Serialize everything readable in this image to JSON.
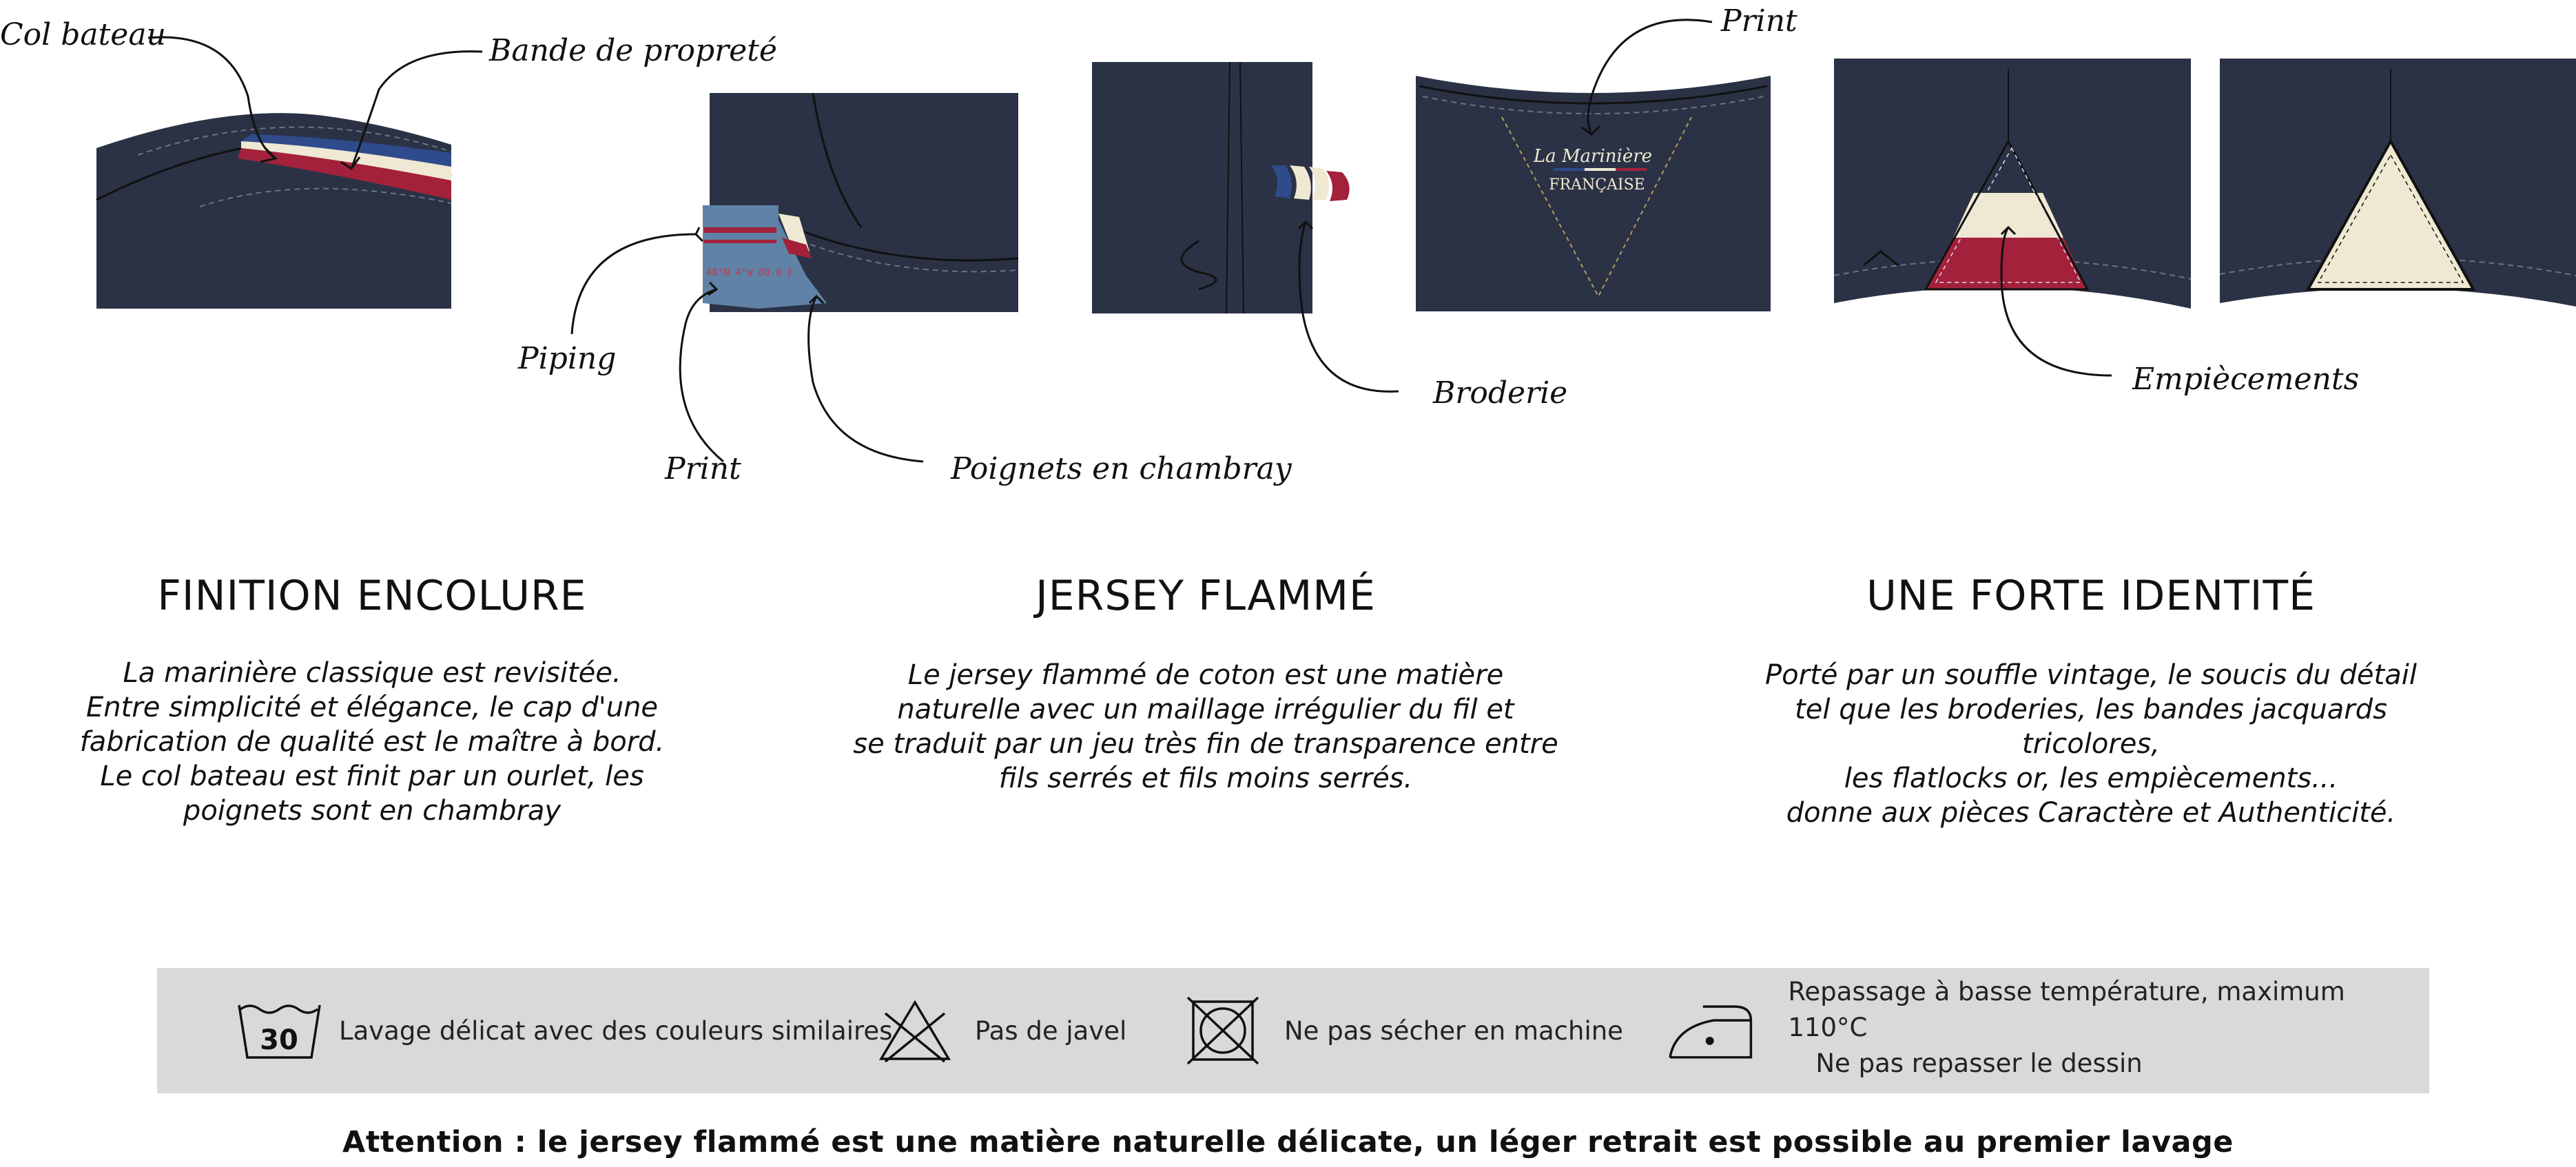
{
  "callouts": {
    "col_bateau": "Col bateau",
    "bande_proprete": "Bande de propreté",
    "piping": "Piping",
    "print_sleeve": "Print",
    "poignets": "Poignets en chambray",
    "broderie": "Broderie",
    "print_back": "Print",
    "empiecements": "Empiècements"
  },
  "artwork": {
    "logo_line1": "La Marinière",
    "logo_line2": "FRANÇAISE",
    "sleeve_print": "48°N 4°W 00.0 E"
  },
  "sections": [
    {
      "title": "FINITION ENCOLURE",
      "lines": [
        "La marinière classique est revisitée.",
        "Entre simplicité et élégance, le cap d'une",
        "fabrication de qualité est le maître à bord.",
        "Le col bateau est finit par un ourlet, les",
        "poignets sont en chambray"
      ]
    },
    {
      "title": "JERSEY FLAMMÉ",
      "lines": [
        "Le jersey flammé de coton est une matière",
        "naturelle avec un maillage irrégulier du fil et",
        "se traduit par un jeu très fin de transparence entre",
        "fils serrés et fils moins serrés."
      ]
    },
    {
      "title": "UNE FORTE IDENTITÉ",
      "lines": [
        "Porté par un souffle vintage, le soucis du détail",
        "tel que les broderies, les bandes jacquards tricolores,",
        "les flatlocks or, les empiècements...",
        "donne aux pièces Caractère et Authenticité."
      ]
    }
  ],
  "care": {
    "wash_temp": "30",
    "wash": "Lavage délicat avec des couleurs similaires",
    "bleach": "Pas de javel",
    "dryer": "Ne pas sécher en machine",
    "iron_line1": "Repassage à basse température, maximum 110°C",
    "iron_line2": "Ne pas repasser le dessin"
  },
  "warning": "Attention : le jersey flammé est une matière naturelle délicate, un léger retrait est possible au premier lavage",
  "colors": {
    "navy": "#2b3245",
    "red": "#a3213a",
    "cream": "#efe8d2",
    "blue": "#2f4b8c",
    "chambray": "#5f82a6",
    "gold": "#b49a5e",
    "care_bg": "#d9d9d9"
  }
}
